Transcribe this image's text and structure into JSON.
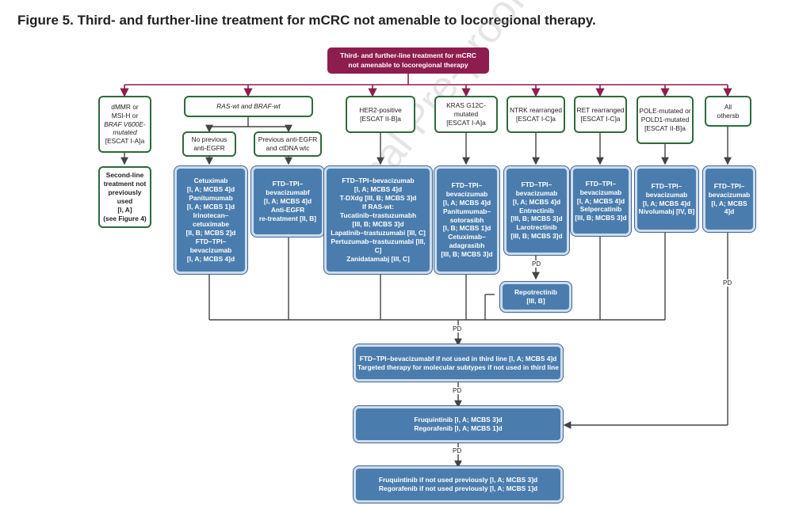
{
  "figure_title": "Figure 5. Third- and further-line treatment for mCRC not amenable to locoregional therapy.",
  "top_box": [
    "Third- and further-line treatment for mCRC",
    "not amenable to locoregional therapy"
  ],
  "categories": {
    "dmmr": [
      "dMMR or",
      "MSI-H or",
      "BRAF V600E-mutated",
      "[ESCAT I-A]a"
    ],
    "ras_braf_wt": "RAS-wt and BRAF-wt",
    "no_prev": [
      "No previous",
      "anti-EGFR"
    ],
    "prev": [
      "Previous anti-EGFR",
      "and ctDNA wtc"
    ],
    "her2": [
      "HER2-positive",
      "[ESCAT II-B]a"
    ],
    "kras": [
      "KRAS G12C-mutated",
      "[ESCAT I-A]a"
    ],
    "ntrk": [
      "NTRK rearranged",
      "[ESCAT I-C]a"
    ],
    "ret": [
      "RET rearranged",
      "[ESCAT I-C]a"
    ],
    "pole": [
      "POLE-mutated or",
      "POLD1-mutated",
      "[ESCAT II-B]a"
    ],
    "others": [
      "All",
      "othersb"
    ]
  },
  "treatments": {
    "second_line": [
      "Second-line",
      "treatment not",
      "previously used",
      "[I, A]",
      "(see Figure 4)"
    ],
    "cetuximab": [
      "Cetuximab",
      "[I, A; MCBS 4]d",
      "Panitumumab",
      "[I, A; MCBS 1]d",
      "Irinotecan–cetuximabe",
      "[II, B; MCBS 2]d",
      "FTD–TPI–",
      "bevacizumab",
      "[I, A; MCBS 4]d"
    ],
    "ftd_prev": [
      "FTD–TPI–",
      "bevacizumabf",
      "[I, A; MCBS 4]d",
      "Anti-EGFR",
      "re-treatment [II, B]"
    ],
    "her2": [
      "FTD–TPI–bevacizumab",
      "[I, A; MCBS 4]d",
      "T-DXdg [III, B; MCBS 3]d",
      "If RAS-wt:",
      "Tucatinib–trastuzumabh",
      "[III, B; MCBS 3]d",
      "Lapatinib–trastuzumabi [III, C]",
      "Pertuzumab–trastuzumabi [III, C]",
      "Zanidatamabj [III, C]"
    ],
    "kras": [
      "FTD–TPI–",
      "bevacizumab",
      "[I, A; MCBS 4]d",
      "Panitumumab–",
      "sotorasibh",
      "[I, B; MCBS 1]d",
      "Cetuximab–",
      "adagrasibh",
      "[III, B; MCBS 3]d"
    ],
    "ntrk": [
      "FTD–TPI–",
      "bevacizumab",
      "[I, A; MCBS 4]d",
      "Entrectinib",
      "[III, B; MCBS 3]d",
      "Larotrectinib",
      "[III, B; MCBS 3]d"
    ],
    "ret": [
      "FTD–TPI–",
      "bevacizumab",
      "[I, A; MCBS 4]d",
      "Selpercatinib",
      "[III, B; MCBS 3]d"
    ],
    "pole": [
      "FTD–TPI–",
      "bevacizumab",
      "[I, A; MCBS 4]d",
      "Nivolumabj [IV, B]"
    ],
    "others": [
      "FTD–TPI–",
      "bevacizumab",
      "[I, A; MCBS 4]d"
    ],
    "repotrectinib": [
      "Repotrectinib",
      "[III, B]"
    ]
  },
  "bottom": {
    "box1": [
      "FTD–TPI–bevacizumabf if not used in third line [I, A; MCBS 4]d",
      "Targeted therapy for molecular subtypes if not used in third line"
    ],
    "box2": [
      "Fruquintinib [I, A; MCBS 3]d",
      "Regorafenib [I, A; MCBS 1]d"
    ],
    "box3": [
      "Fruquintinib if not used previously [I, A; MCBS 3]d",
      "Regorafenib if not used previously [I, A; MCBS 1]d"
    ]
  },
  "pd_label": "PD",
  "watermark": "Journal Pre-proof",
  "colors": {
    "top_fill": "#8e1d4f",
    "blue_fill": "#4a7dae",
    "green_border": "#2f6a3a",
    "line": "#4a4a4a"
  }
}
